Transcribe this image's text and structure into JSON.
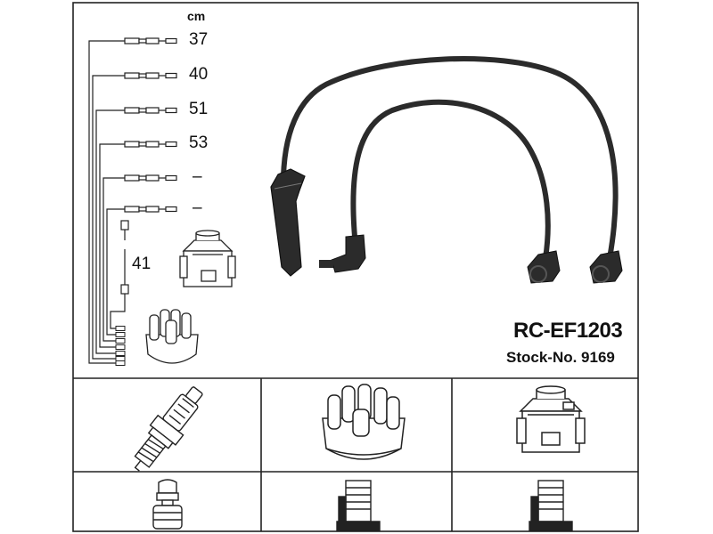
{
  "unit": "cm",
  "lengths": [
    "37",
    "40",
    "51",
    "53",
    "–",
    "–"
  ],
  "coil_wire_length": "41",
  "product": {
    "code": "RC-EF1203",
    "stock": "Stock-No. 9169"
  },
  "colors": {
    "line": "#222222",
    "cable": "#2b2b2b",
    "background": "#ffffff"
  },
  "icons": [
    "spark-plug-icon",
    "distributor-cap-icon",
    "ignition-coil-icon",
    "plug-terminal-icon",
    "cap-terminal-icon",
    "coil-terminal-icon"
  ]
}
